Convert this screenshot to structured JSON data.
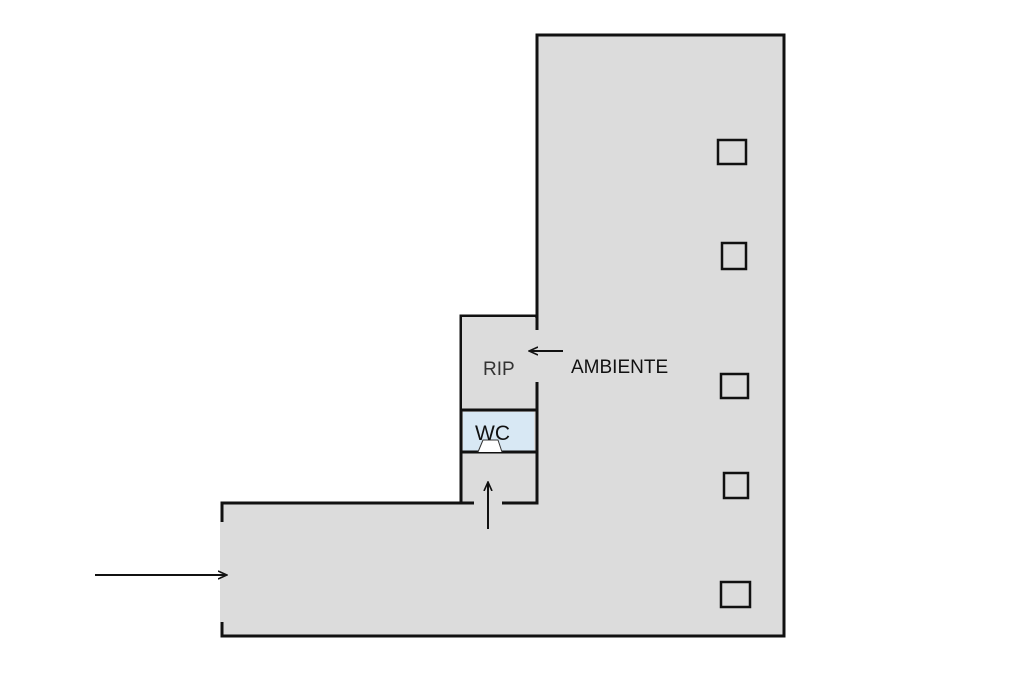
{
  "floorplan": {
    "rooms": {
      "main_label": "AMBIENTE",
      "storage_label": "RIP",
      "bathroom_label": "WC"
    },
    "colors": {
      "floor": "#dcdcdc",
      "wall": "#111111",
      "bathroom": "#d8e8f4",
      "background": "#ffffff"
    },
    "columns_count": 5
  }
}
